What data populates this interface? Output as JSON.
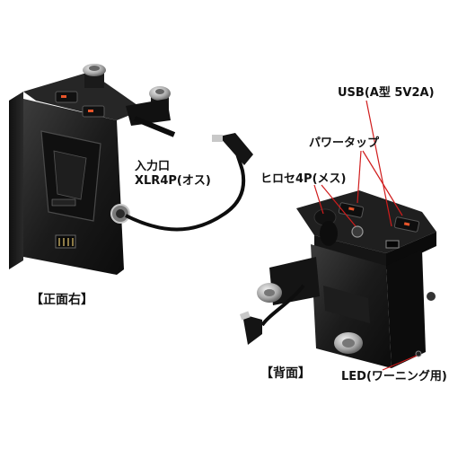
{
  "captions": {
    "front_right": "【正面右】",
    "back": "【背面】"
  },
  "callouts": {
    "input_line1": "入力口",
    "input_line2": "XLR4P(オス)",
    "hirose": "ヒロセ4P(メス)",
    "power_tap": "パワータップ",
    "usb": "USB(A型 5V2A)",
    "led": "LED(ワーニング用)"
  },
  "colors": {
    "body": "#1a1a1a",
    "body_highlight": "#3a3a3a",
    "metal": "#c8c8c8",
    "accent_orange": "#e8552a",
    "leader_red": "#d01c1c"
  }
}
